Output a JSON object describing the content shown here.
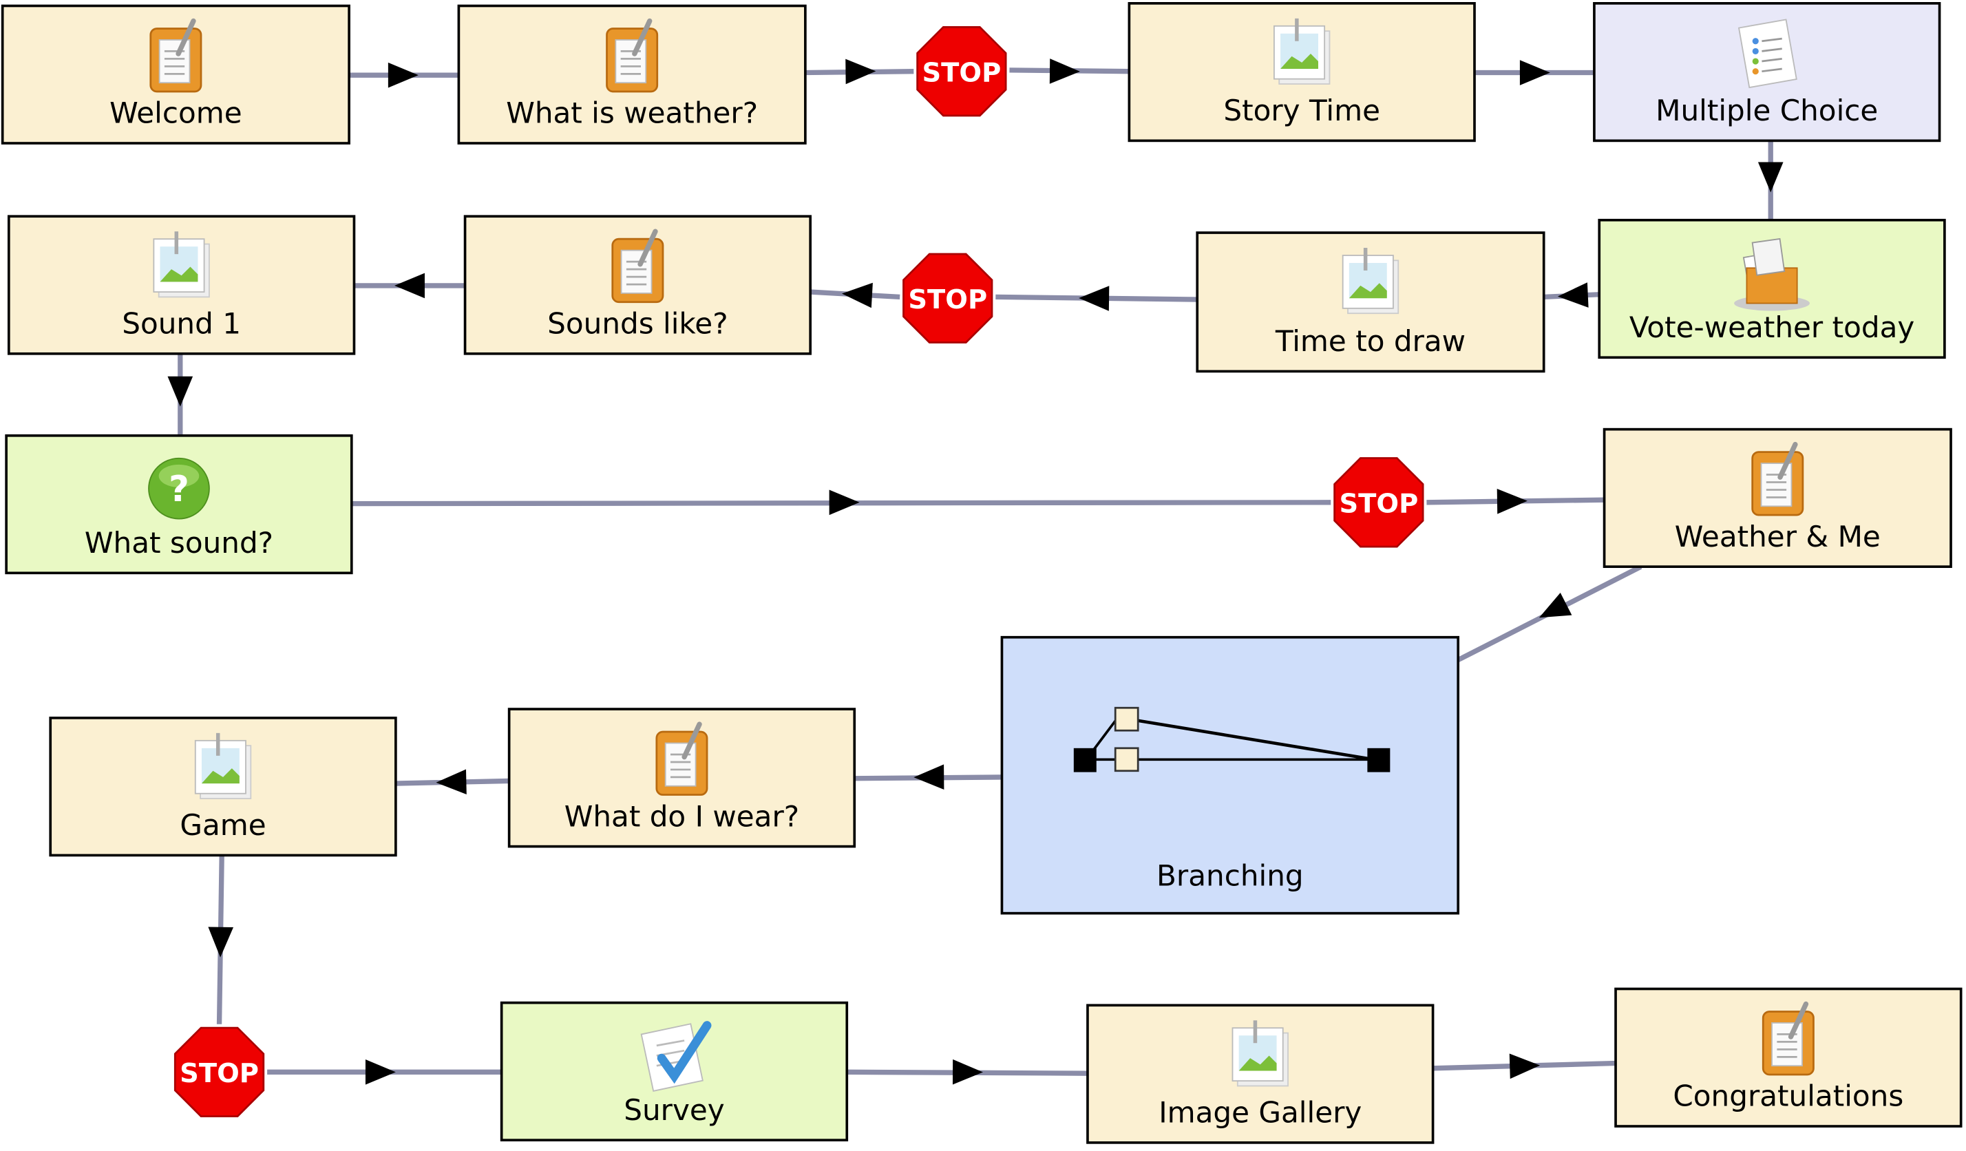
{
  "colors": {
    "activity": "#fbf0d2",
    "tool": "#e8e8f8",
    "gate": "#e9f9c4",
    "branching": "#cfdefa",
    "stop": "#ee0000",
    "connector": "#8a8ca8"
  },
  "stop_label": "STOP",
  "nodes": [
    {
      "id": "welcome",
      "label": "Welcome",
      "icon": "clipboard-icon",
      "kind": "activity"
    },
    {
      "id": "what-is-weather",
      "label": "What is weather?",
      "icon": "clipboard-icon",
      "kind": "activity"
    },
    {
      "id": "story-time",
      "label": "Story Time",
      "icon": "image-icon",
      "kind": "activity"
    },
    {
      "id": "multiple-choice",
      "label": "Multiple Choice",
      "icon": "list-icon",
      "kind": "tool"
    },
    {
      "id": "vote-weather-today",
      "label": "Vote-weather today",
      "icon": "ballot-box-icon",
      "kind": "gate"
    },
    {
      "id": "time-to-draw",
      "label": "Time to draw",
      "icon": "image-icon",
      "kind": "activity"
    },
    {
      "id": "sounds-like",
      "label": "Sounds like?",
      "icon": "clipboard-icon",
      "kind": "activity"
    },
    {
      "id": "sound-1",
      "label": "Sound 1",
      "icon": "image-icon",
      "kind": "activity"
    },
    {
      "id": "what-sound",
      "label": "What sound?",
      "icon": "question-icon",
      "kind": "gate"
    },
    {
      "id": "weather-and-me",
      "label": "Weather & Me",
      "icon": "clipboard-icon",
      "kind": "activity"
    },
    {
      "id": "branching",
      "label": "Branching",
      "icon": "branching-icon",
      "kind": "branching"
    },
    {
      "id": "what-do-i-wear",
      "label": "What do I wear?",
      "icon": "clipboard-icon",
      "kind": "activity"
    },
    {
      "id": "game",
      "label": "Game",
      "icon": "image-icon",
      "kind": "activity"
    },
    {
      "id": "survey",
      "label": "Survey",
      "icon": "survey-check-icon",
      "kind": "gate"
    },
    {
      "id": "image-gallery",
      "label": "Image Gallery",
      "icon": "image-icon",
      "kind": "activity"
    },
    {
      "id": "congratulations",
      "label": "Congratulations",
      "icon": "clipboard-icon",
      "kind": "activity"
    }
  ]
}
